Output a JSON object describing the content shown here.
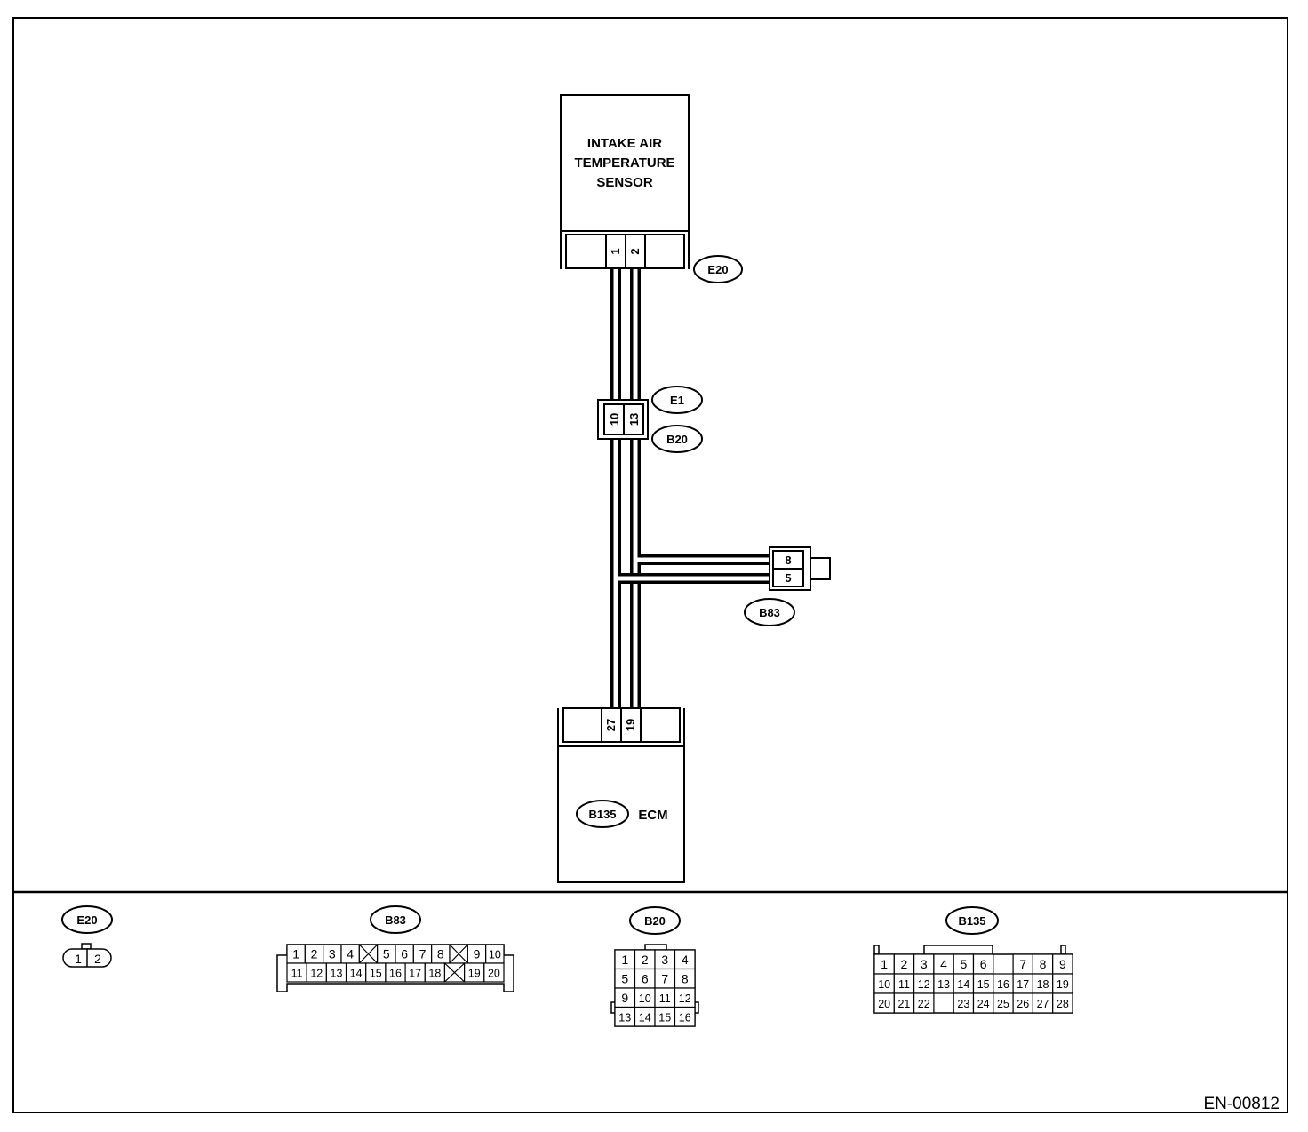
{
  "main": {
    "sensor": {
      "lines": [
        "INTAKE AIR",
        "TEMPERATURE",
        "SENSOR"
      ],
      "pins": [
        "1",
        "2"
      ],
      "connector": "E20"
    },
    "joint": {
      "pins": [
        "10",
        "13"
      ],
      "connectors": [
        "E1",
        "B20"
      ]
    },
    "b83": {
      "pins": [
        "8",
        "5"
      ],
      "connector": "B83"
    },
    "ecm": {
      "label": "ECM",
      "connector": "B135",
      "pins": [
        "27",
        "19"
      ]
    }
  },
  "connectors": {
    "e20": {
      "name": "E20",
      "pins": [
        "1",
        "2"
      ]
    },
    "b83": {
      "name": "B83",
      "row1": [
        "1",
        "2",
        "3",
        "4",
        "",
        "5",
        "6",
        "7",
        "8",
        "",
        "9",
        "10"
      ],
      "row2": [
        "11",
        "12",
        "13",
        "14",
        "15",
        "16",
        "17",
        "18",
        "",
        "19",
        "20"
      ]
    },
    "b20": {
      "name": "B20",
      "rows": [
        [
          "1",
          "2",
          "3",
          "4"
        ],
        [
          "5",
          "6",
          "7",
          "8"
        ],
        [
          "9",
          "10",
          "11",
          "12"
        ],
        [
          "13",
          "14",
          "15",
          "16"
        ]
      ]
    },
    "b135": {
      "name": "B135",
      "row1": [
        "1",
        "2",
        "3",
        "4",
        "5",
        "6",
        "",
        "7",
        "8",
        "9"
      ],
      "row2": [
        "10",
        "11",
        "12",
        "13",
        "14",
        "15",
        "16",
        "17",
        "18",
        "19"
      ],
      "row3": [
        "20",
        "21",
        "22",
        "",
        "23",
        "24",
        "25",
        "26",
        "27",
        "28"
      ]
    }
  },
  "footer": {
    "code": "EN-00812"
  }
}
